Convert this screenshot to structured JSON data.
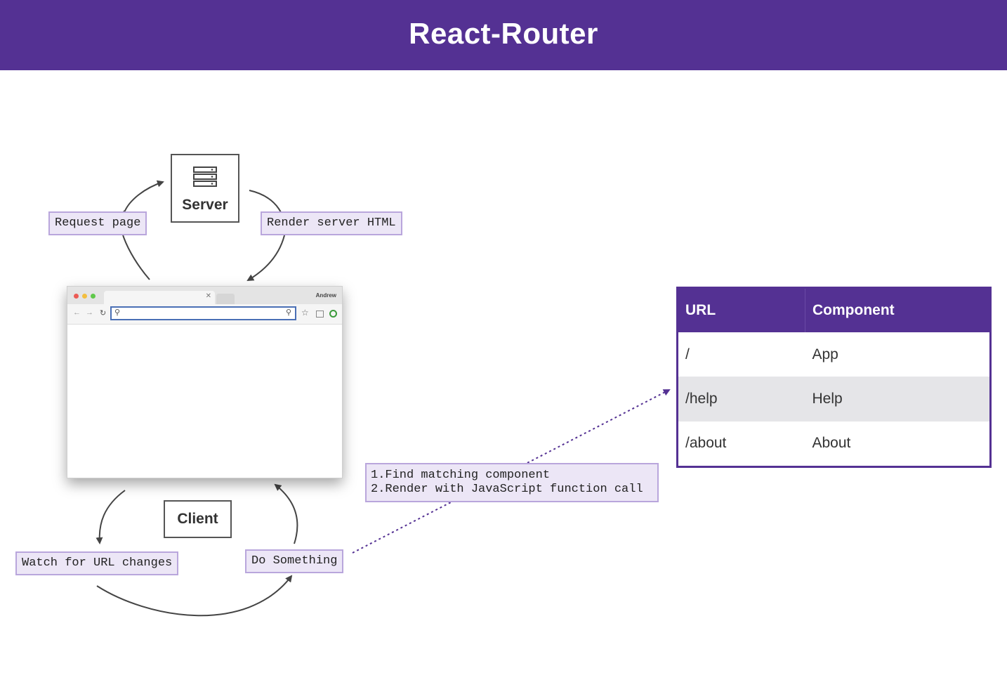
{
  "header": {
    "title": "React-Router"
  },
  "server": {
    "label": "Server"
  },
  "client": {
    "label": "Client"
  },
  "tags": {
    "request_page": "Request page",
    "render_server_html": "Render server HTML",
    "watch_url": "Watch for URL changes",
    "do_something": "Do Something"
  },
  "steps": [
    "1.Find matching component",
    "2.Render with JavaScript function call"
  ],
  "browser": {
    "user": "Andrew"
  },
  "routes_table": {
    "headers": [
      "URL",
      "Component"
    ],
    "rows": [
      {
        "url": "/",
        "component": "App"
      },
      {
        "url": "/help",
        "component": "Help"
      },
      {
        "url": "/about",
        "component": "About"
      }
    ]
  },
  "colors": {
    "brand": "#543193",
    "tag_fill": "#ece6f6",
    "tag_border": "#b9a6dc",
    "row_highlight": "#e5e5e8"
  }
}
